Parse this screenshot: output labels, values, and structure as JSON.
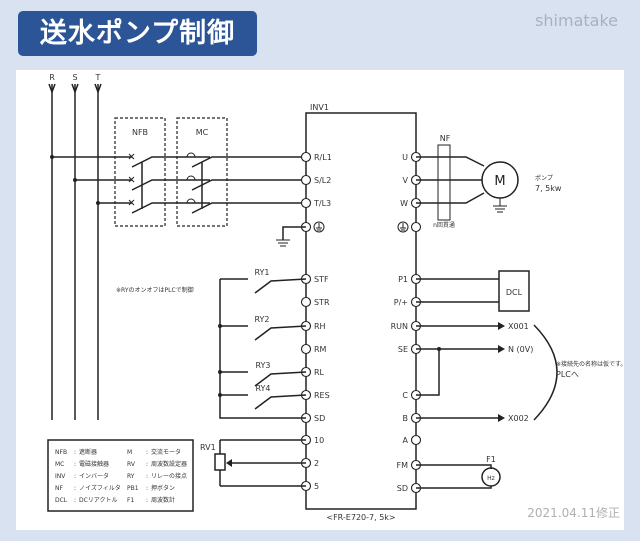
{
  "header": {
    "title": "送水ポンプ制御",
    "brand": "shimatake",
    "revision_date": "2021.04.11修正"
  },
  "colors": {
    "title_bg": "#2b5596",
    "page_bg": "#d9e2f1",
    "line": "#222222"
  },
  "supply": {
    "phases": [
      "R",
      "S",
      "T"
    ]
  },
  "breakers": {
    "nfb_label": "NFB",
    "mc_label": "MC"
  },
  "inverter": {
    "label": "INV1",
    "model": "<FR-E720-7, 5k>",
    "left_terminals": [
      "R/L1",
      "S/L2",
      "T/L3",
      "STF",
      "STR",
      "RH",
      "RM",
      "RL",
      "RES",
      "SD",
      "10",
      "2",
      "5"
    ],
    "right_terminals": [
      "U",
      "V",
      "W",
      "P1",
      "P/+",
      "RUN",
      "SE",
      "C",
      "B",
      "A",
      "FM",
      "SD"
    ]
  },
  "noise_filter": {
    "label": "NF",
    "note": "n回貫通"
  },
  "motor": {
    "symbol": "M",
    "name": "ポンプ",
    "rating": "7, 5kw"
  },
  "relays": {
    "note": "※RYのオンオフはPLCで制御",
    "labels": [
      "RY1",
      "RY2",
      "RY3",
      "RY4"
    ]
  },
  "dcl": {
    "label": "DCL"
  },
  "plc_outputs": {
    "signals": [
      "X001",
      "N (0V)",
      "X002"
    ],
    "note_small": "※接続先の名称は仮です。",
    "note": "PLCへ"
  },
  "potentiometer": {
    "label": "RV1"
  },
  "meter": {
    "label": "F1",
    "symbol": "Hz"
  },
  "legend": [
    {
      "abbr": "NFB",
      "desc": "遮断器"
    },
    {
      "abbr": "MC",
      "desc": "電磁接触器"
    },
    {
      "abbr": "INV",
      "desc": "インバータ"
    },
    {
      "abbr": "NF",
      "desc": "ノイズフィルタ"
    },
    {
      "abbr": "DCL",
      "desc": "DCリアクトル"
    },
    {
      "abbr": "M",
      "desc": "交流モータ"
    },
    {
      "abbr": "RV",
      "desc": "周波数設定器"
    },
    {
      "abbr": "RY",
      "desc": "リレーの接点"
    },
    {
      "abbr": "PB1",
      "desc": "押ボタン"
    },
    {
      "abbr": "F1",
      "desc": "周波数計"
    }
  ]
}
